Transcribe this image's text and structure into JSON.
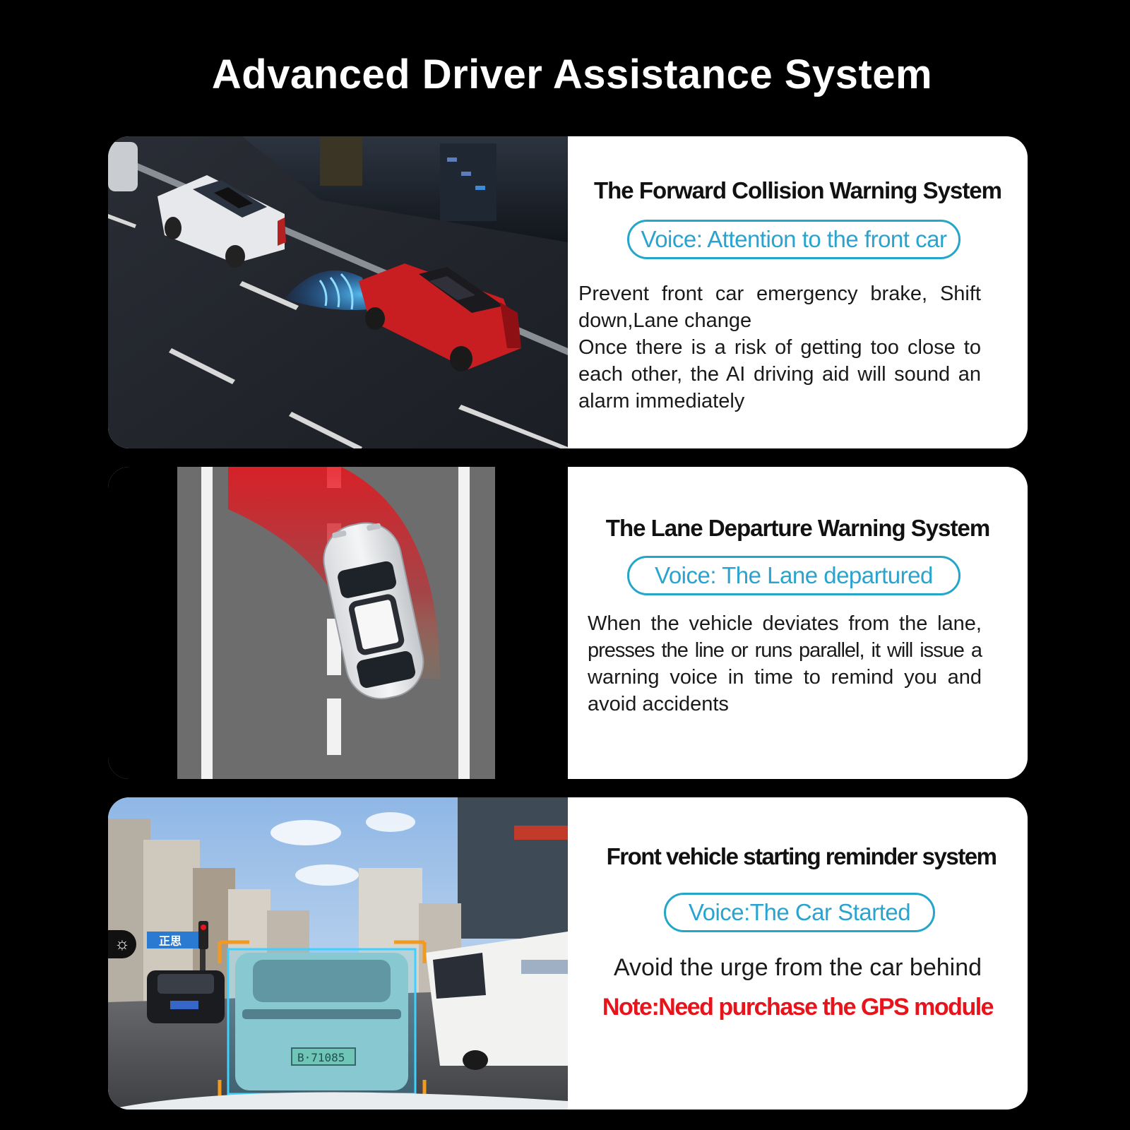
{
  "page": {
    "title": "Advanced Driver Assistance System"
  },
  "features": [
    {
      "title": "The Forward Collision Warning System",
      "voice": "Voice: Attention to the front car",
      "description_lines": [
        "Prevent front car emergency brake, Shift",
        "down,Lane change",
        "Once there is a risk of getting too close to",
        "each other, the AI driving aid will sound an",
        "alarm immediately"
      ]
    },
    {
      "title": "The Lane Departure Warning System",
      "voice": "Voice: The Lane departured",
      "description_lines": [
        "When the vehicle deviates from the lane,",
        "presses the line or runs parallel, it will issue a",
        "warning voice in time to remind you and",
        "avoid accidents"
      ]
    },
    {
      "title": "Front vehicle starting reminder system",
      "voice": "Voice:The Car Started",
      "description": "Avoid the urge from the car behind",
      "note": "Note:Need purchase the GPS module",
      "scene_text": {
        "plate": "B·71085",
        "sign": "正思"
      }
    }
  ],
  "colors": {
    "background": "#000000",
    "card": "#ffffff",
    "voice_accent": "#2aa4cf",
    "note": "#e8141c",
    "radar_wave": "#1e90ff",
    "warning_zone": "#e8141c",
    "detection_box": "#f29a1f"
  },
  "icons": {
    "brightness": "sun-icon"
  }
}
